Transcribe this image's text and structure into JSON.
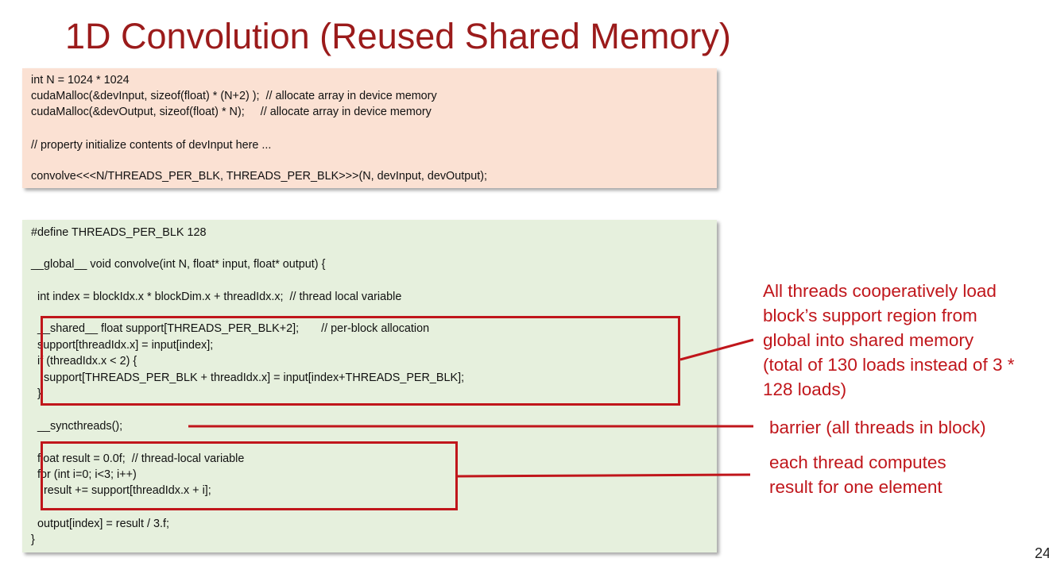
{
  "slide": {
    "title": "1D Convolution (Reused Shared Memory)",
    "page_number": "24"
  },
  "host_code": {
    "lines": [
      "int N = 1024 * 1024",
      "cudaMalloc(&devInput, sizeof(float) * (N+2) );  // allocate array in device memory",
      "cudaMalloc(&devOutput, sizeof(float) * N);     // allocate array in device memory",
      "",
      "// property initialize contents of devInput here ...",
      "",
      "convolve<<<N/THREADS_PER_BLK, THREADS_PER_BLK>>>(N, devInput, devOutput);"
    ]
  },
  "kernel_code": {
    "lines": [
      "#define THREADS_PER_BLK 128",
      "",
      "__global__ void convolve(int N, float* input, float* output) {",
      "",
      "  int index = blockIdx.x * blockDim.x + threadIdx.x;  // thread local variable",
      "",
      "  __shared__ float support[THREADS_PER_BLK+2];       // per-block allocation",
      "  support[threadIdx.x] = input[index];",
      "  if (threadIdx.x < 2) {",
      "    support[THREADS_PER_BLK + threadIdx.x] = input[index+THREADS_PER_BLK];",
      "  }",
      "",
      "  __syncthreads();",
      "",
      "  float result = 0.0f;  // thread-local variable",
      "  for (int i=0; i<3; i++)",
      "    result += support[threadIdx.x + i];",
      "",
      "  output[index] = result / 3.f;",
      "}"
    ]
  },
  "annotations": {
    "shared_load": [
      "All threads cooperatively load",
      "block’s support region from",
      "global into shared memory",
      "(total of 130 loads instead of 3 *",
      "128 loads)"
    ],
    "barrier": "barrier (all threads in block)",
    "compute": [
      "each thread computes",
      "result for one element"
    ]
  },
  "colors": {
    "title": "#9b1b1b",
    "annotation": "#c0161b",
    "host_box_bg": "#fbe1d3",
    "kernel_box_bg": "#e6f0dd"
  }
}
